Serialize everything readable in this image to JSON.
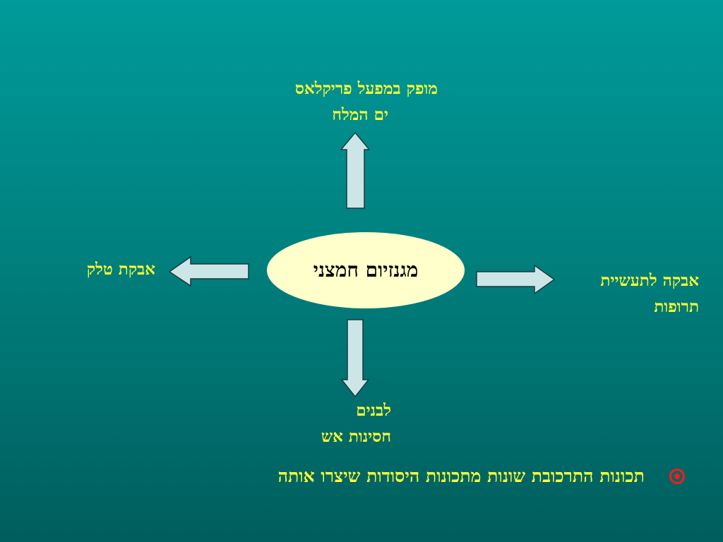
{
  "diagram": {
    "center": "מגנזיום חמצני",
    "top": {
      "line1": "מופק במפעל פריקלאס",
      "line2": "ים המלח"
    },
    "left": {
      "text": "אבקת טלק"
    },
    "right": {
      "line1": "אבקה לתעשיית",
      "line2": "תרופות"
    },
    "bottom": {
      "line1": "לבנים",
      "line2": "חסינות אש"
    }
  },
  "bullet": {
    "text": "תכונות התרכובת שונות מתכונות היסודות שיצרו אותה",
    "icon": "target-bullet-icon"
  },
  "colors": {
    "label_text": "#ffff33",
    "ellipse_fill": "#ffffcc",
    "arrow_fill": "#cce6e8",
    "bullet": "#ff1a1a"
  }
}
